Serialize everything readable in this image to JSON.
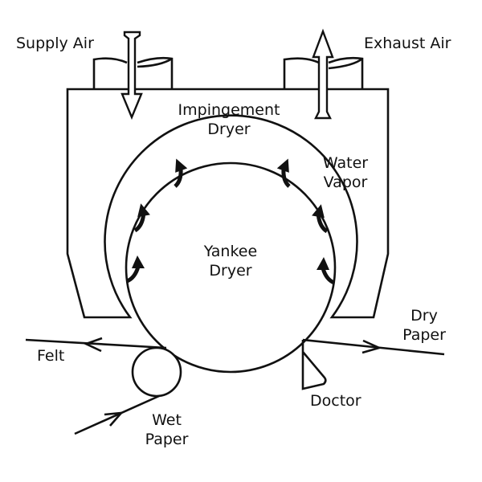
{
  "diagram": {
    "title": "Yankee dryer with impingement hood",
    "colors": {
      "stroke": "#111111",
      "background": "#ffffff",
      "arrow_fill": "#111111"
    },
    "labels": {
      "supply_air": "Supply Air",
      "exhaust_air": "Exhaust Air",
      "impingement_line1": "Impingement",
      "impingement_line2": "Dryer",
      "water_vapor_line1": "Water",
      "water_vapor_line2": "Vapor",
      "yankee_line1": "Yankee",
      "yankee_line2": "Dryer",
      "felt": "Felt",
      "wet_paper_line1": "Wet",
      "wet_paper_line2": "Paper",
      "dry_paper_line1": "Dry",
      "dry_paper_line2": "Paper",
      "doctor": "Doctor"
    },
    "flows": [
      {
        "name": "supply-air",
        "direction": "down"
      },
      {
        "name": "exhaust-air",
        "direction": "up"
      },
      {
        "name": "felt",
        "direction": "left"
      },
      {
        "name": "wet-paper",
        "direction": "in"
      },
      {
        "name": "dry-paper",
        "direction": "out"
      }
    ],
    "vapor_arrow_count": 6
  }
}
